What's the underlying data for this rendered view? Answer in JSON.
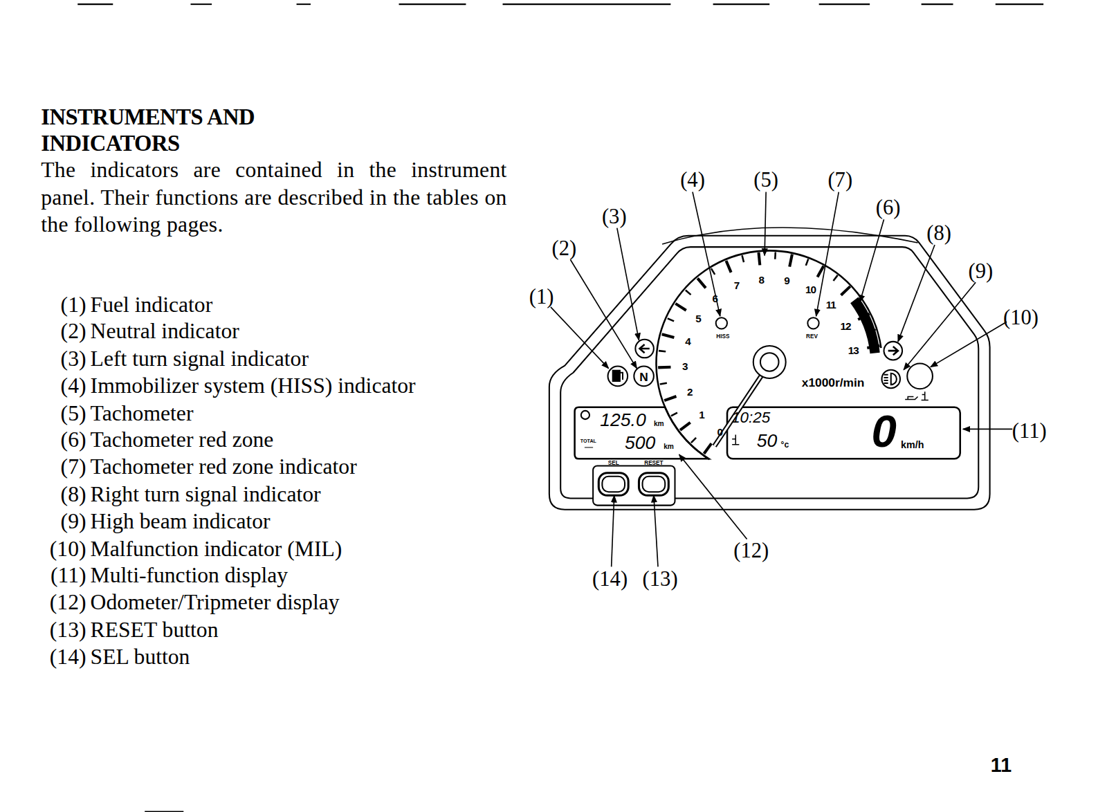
{
  "diagram": {
    "title": "INSTRUMENTS AND INDICATORS",
    "labels": [
      "The indicators are contained in the instrument panel. Their functions are described in the tables on the following pages.",
      "(1)",
      "(2)",
      "(3)",
      "(4)",
      "(5)",
      "(6)",
      "(7)",
      "(8)",
      "(9)",
      "(10)",
      "(11)",
      "(12)",
      "(13)",
      "(14)",
      "Fuel indicator",
      "Neutral indicator",
      "Left turn signal indicator",
      "Immobilizer system (HISS) indicator",
      "Tachometer",
      "Tachometer red zone",
      "Tachometer red zone indicator",
      "Right turn signal indicator",
      "High beam indicator",
      "Malfunction indicator (MIL)",
      "Multi-function display",
      "Odometer/Tripmeter display",
      "RESET button",
      "SEL button",
      "(1)",
      "(2)",
      "(3)",
      "(4)",
      "(5)",
      "(6)",
      "(7)",
      "(8)",
      "(9)",
      "(10)",
      "(11)",
      "(12)",
      "(13)",
      "(14)",
      "0",
      "1",
      "2",
      "3",
      "4",
      "5",
      "6",
      "7",
      "8",
      "9",
      "10",
      "11",
      "12",
      "13",
      "x1000r/min",
      "HISS",
      "REV",
      "N",
      "125.0",
      "km",
      "TOTAL",
      "500",
      "km",
      "10:25",
      "50",
      "°c",
      "0",
      "km/h",
      "SEL",
      "RESET",
      "11"
    ]
  }
}
